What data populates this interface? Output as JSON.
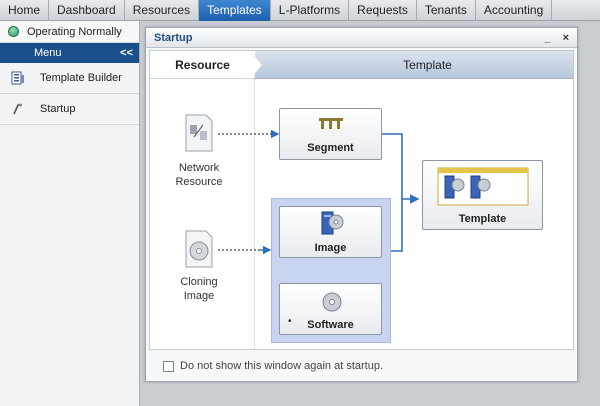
{
  "topnav": {
    "tabs": [
      {
        "label": "Home",
        "active": false
      },
      {
        "label": "Dashboard",
        "active": false
      },
      {
        "label": "Resources",
        "active": false
      },
      {
        "label": "Templates",
        "active": true
      },
      {
        "label": "L-Platforms",
        "active": false
      },
      {
        "label": "Requests",
        "active": false
      },
      {
        "label": "Tenants",
        "active": false
      },
      {
        "label": "Accounting",
        "active": false
      }
    ]
  },
  "sidebar": {
    "status": "Operating Normally",
    "menu_title": "Menu",
    "collapse_glyph": "<<",
    "items": [
      {
        "label": "Template Builder",
        "icon": "template-builder-icon"
      },
      {
        "label": "Startup",
        "icon": "startup-icon"
      }
    ]
  },
  "window": {
    "title": "Startup",
    "minimize": "_",
    "close": "×",
    "columns": {
      "resource": "Resource",
      "template": "Template"
    },
    "resources": {
      "network": [
        "Network",
        "Resource"
      ],
      "cloning": [
        "Cloning",
        "Image"
      ]
    },
    "cards": {
      "segment": "Segment",
      "image": "Image",
      "software": "Software",
      "template": "Template",
      "software_bullet": "•"
    },
    "footer_checkbox": "Do not show this window again at startup."
  },
  "colors": {
    "accent": "#1d5fad",
    "menu_header": "#1b4f8c",
    "status_ok": "#2f9b68",
    "connector": "#2f6fc1"
  }
}
